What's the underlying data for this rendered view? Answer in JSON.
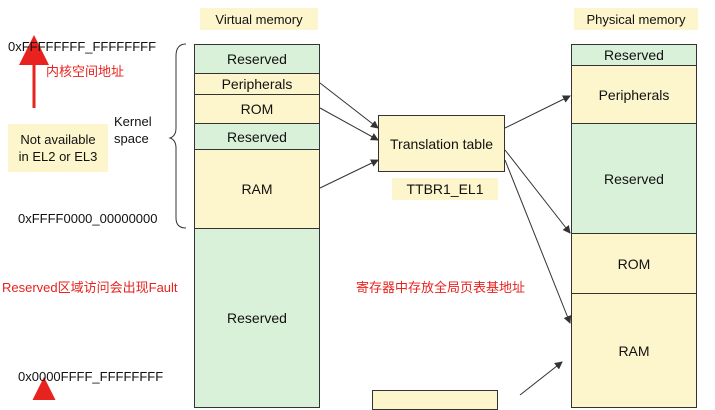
{
  "virtual_header": "Virtual memory",
  "physical_header": "Physical memory",
  "virtual_blocks": {
    "reserved_top": "Reserved",
    "peripherals": "Peripherals",
    "rom": "ROM",
    "reserved_mid": "Reserved",
    "ram": "RAM",
    "reserved_bottom": "Reserved"
  },
  "physical_blocks": {
    "reserved_top": "Reserved",
    "peripherals": "Peripherals",
    "reserved_mid": "Reserved",
    "rom": "ROM",
    "ram": "RAM"
  },
  "translation_table": "Translation table",
  "ttbr_label": "TTBR1_EL1",
  "address_top": "0xFFFFFFFF_FFFFFFFF",
  "address_kernel_base": "0xFFFF0000_00000000",
  "address_user_top": "0x0000FFFF_FFFFFFFF",
  "kernel_space_label": "Kernel\nspace",
  "not_available_note": "Not available\nin EL2 or EL3",
  "annotations": {
    "kernel_address": "内核空间地址",
    "reserved_fault": "Reserved区域访问会出现Fault",
    "register_note": "寄存器中存放全局页表基地址"
  },
  "colors": {
    "cream": "#fdf5cc",
    "green": "#d9f1d9",
    "annotation_red": "#e8221e"
  }
}
